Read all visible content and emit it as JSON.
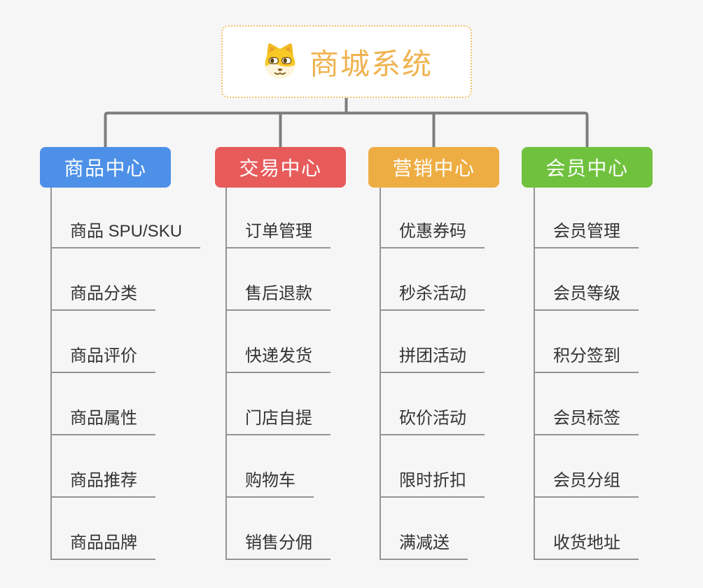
{
  "app": {
    "background_color": "#f6f6f6",
    "connector_color": "#7d7d7d",
    "leaf_line_color": "#949494",
    "leaf_text_color": "#333333"
  },
  "root": {
    "title": "商城系统",
    "icon": "dog-face-icon",
    "title_color": "#f0b351",
    "border_color": "#f2c06a"
  },
  "branches": [
    {
      "label": "商品中心",
      "color": "#4d90e8",
      "children": [
        "商品 SPU/SKU",
        "商品分类",
        "商品评价",
        "商品属性",
        "商品推荐",
        "商品品牌"
      ]
    },
    {
      "label": "交易中心",
      "color": "#e75b5b",
      "children": [
        "订单管理",
        "售后退款",
        "快递发货",
        "门店自提",
        "购物车",
        "销售分佣"
      ]
    },
    {
      "label": "营销中心",
      "color": "#eead43",
      "children": [
        "优惠券码",
        "秒杀活动",
        "拼团活动",
        "砍价活动",
        "限时折扣",
        "满减送"
      ]
    },
    {
      "label": "会员中心",
      "color": "#70c23e",
      "children": [
        "会员管理",
        "会员等级",
        "积分签到",
        "会员标签",
        "会员分组",
        "收货地址"
      ]
    }
  ]
}
